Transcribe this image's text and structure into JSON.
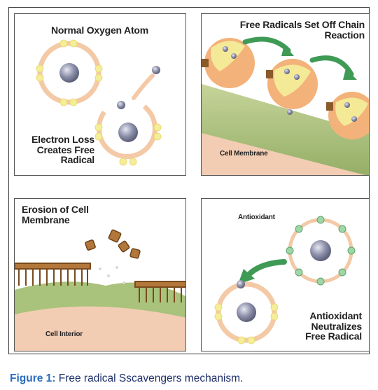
{
  "panels": {
    "normal_oxygen": {
      "title": "Normal Oxygen Atom",
      "electron_loss_label": "Electron Loss\nCreates Free\nRadical"
    },
    "chain_reaction": {
      "title": "Free Radicals Set Off Chain\nReaction",
      "membrane_label": "Cell Membrane"
    },
    "erosion": {
      "title": "Erosion of Cell\nMembrane",
      "interior_label": "Cell Interior"
    },
    "antioxidant": {
      "antioxidant_label": "Antioxidant",
      "neutralizes_label": "Antioxidant\nNeutralizes\nFree Radical"
    }
  },
  "caption": {
    "prefix": "Figure 1:",
    "text": " Free radical Sscavengers mechanism."
  },
  "colors": {
    "orbit": "#f3c9a6",
    "electron_pair": "#f4ee9a",
    "nucleus": "#8e91ab",
    "arrow_green": "#3f9a55",
    "membrane_green": "#a9c27c",
    "membrane_pink": "#f2cdb3",
    "cell_orange": "#f3b27a",
    "antioxidant_electron": "#9fd6a8",
    "frame": "#3a3a3a",
    "caption_label": "#2a6cc0",
    "caption_text": "#1e2f6b"
  }
}
